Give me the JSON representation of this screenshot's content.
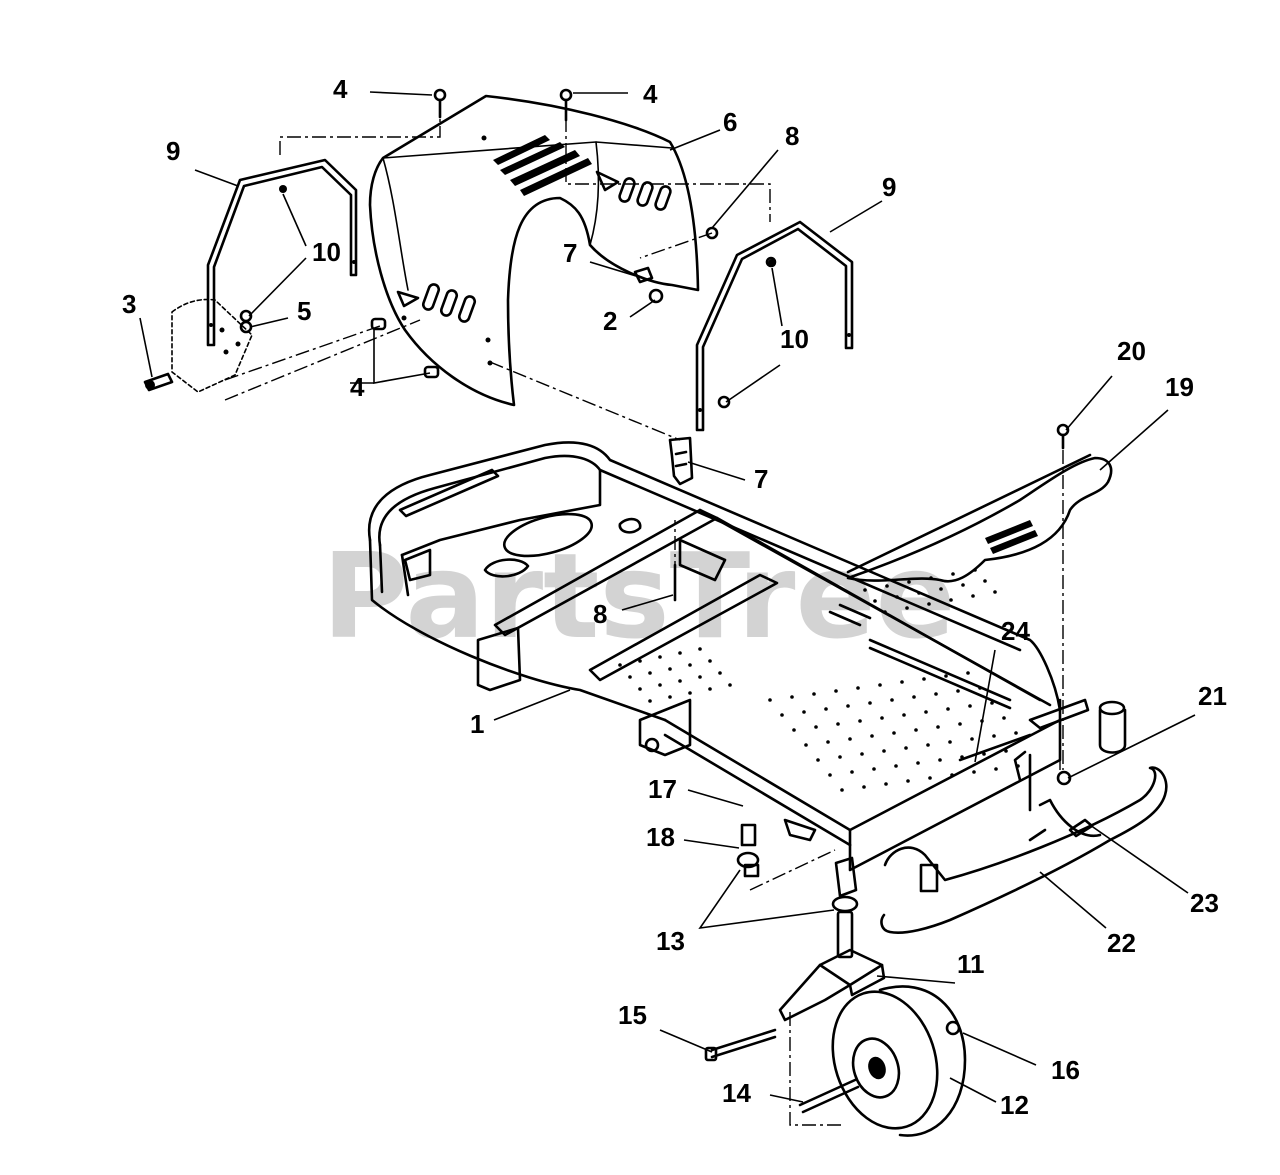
{
  "diagram": {
    "type": "exploded-parts-diagram",
    "watermark": "PartsTree",
    "callouts": [
      {
        "id": "c1",
        "label": "1"
      },
      {
        "id": "c2",
        "label": "2"
      },
      {
        "id": "c3",
        "label": "3"
      },
      {
        "id": "c4a",
        "label": "4"
      },
      {
        "id": "c4b",
        "label": "4"
      },
      {
        "id": "c4c",
        "label": "4"
      },
      {
        "id": "c5",
        "label": "5"
      },
      {
        "id": "c6",
        "label": "6"
      },
      {
        "id": "c7a",
        "label": "7"
      },
      {
        "id": "c7b",
        "label": "7"
      },
      {
        "id": "c8a",
        "label": "8"
      },
      {
        "id": "c8b",
        "label": "8"
      },
      {
        "id": "c9a",
        "label": "9"
      },
      {
        "id": "c9b",
        "label": "9"
      },
      {
        "id": "c10a",
        "label": "10"
      },
      {
        "id": "c10b",
        "label": "10"
      },
      {
        "id": "c11",
        "label": "11"
      },
      {
        "id": "c12",
        "label": "12"
      },
      {
        "id": "c13",
        "label": "13"
      },
      {
        "id": "c14",
        "label": "14"
      },
      {
        "id": "c15",
        "label": "15"
      },
      {
        "id": "c16",
        "label": "16"
      },
      {
        "id": "c17",
        "label": "17"
      },
      {
        "id": "c18",
        "label": "18"
      },
      {
        "id": "c19",
        "label": "19"
      },
      {
        "id": "c20",
        "label": "20"
      },
      {
        "id": "c21",
        "label": "21"
      },
      {
        "id": "c22",
        "label": "22"
      },
      {
        "id": "c23",
        "label": "23"
      },
      {
        "id": "c24",
        "label": "24"
      }
    ]
  }
}
